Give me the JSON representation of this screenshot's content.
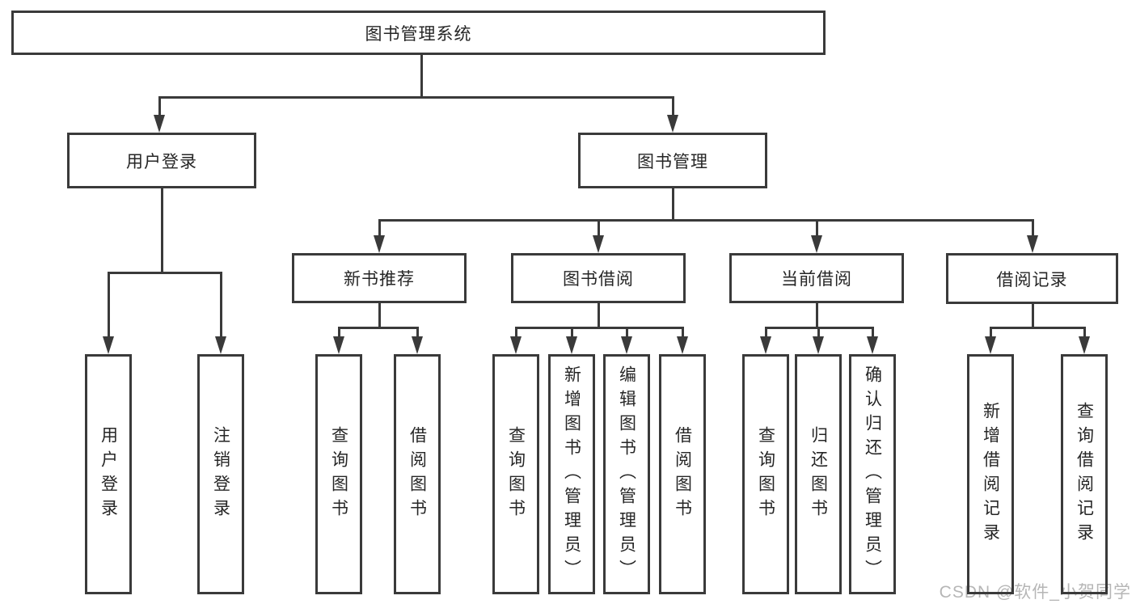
{
  "diagram": {
    "nodes": {
      "root": "图书管理系统",
      "user_login": "用户登录",
      "book_mgmt": "图书管理",
      "new_book_rec": "新书推荐",
      "book_borrow": "图书借阅",
      "current_borrow": "当前借阅",
      "borrow_record": "借阅记录",
      "leaf_user_login": "用户登录",
      "leaf_logout": "注销登录",
      "leaf_query_book_rec": "查询图书",
      "leaf_borrow_book_rec": "借阅图书",
      "leaf_query_book_borrow": "查询图书",
      "leaf_add_book_admin": "新增图书（管理员）",
      "leaf_edit_book_admin": "编辑图书（管理员）",
      "leaf_borrow_book_borrow": "借阅图书",
      "leaf_query_book_current": "查询图书",
      "leaf_return_book": "归还图书",
      "leaf_confirm_return_admin": "确认归还（管理员）",
      "leaf_add_borrow_record": "新增借阅记录",
      "leaf_query_borrow_record": "查询借阅记录"
    },
    "watermark": "CSDN @软件_小贺同学",
    "colors": {
      "line": "#3a3a3a",
      "text": "#262626",
      "watermark": "#b6b6b6",
      "background": "#ffffff"
    }
  }
}
